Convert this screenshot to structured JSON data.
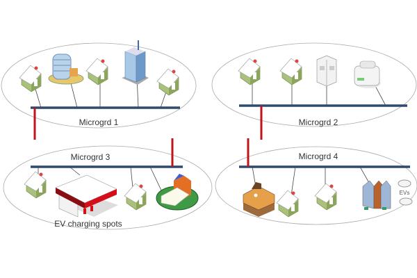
{
  "microgrids": [
    {
      "label": "Microgrd 1",
      "assets": [
        "house",
        "office-building",
        "house",
        "skyscraper",
        "house"
      ]
    },
    {
      "label": "Microgrd 2",
      "assets": [
        "house",
        "house",
        "factory",
        "hospital"
      ]
    },
    {
      "label": "Microgrd 3",
      "assets": [
        "house",
        "ev-charging-station",
        "house",
        "church"
      ],
      "note": "EV charging spots"
    },
    {
      "label": "Microgrd 4",
      "assets": [
        "town-hall",
        "house",
        "house",
        "townhouses"
      ],
      "note": "EVs"
    }
  ],
  "colors": {
    "main_bus": "#c0141c",
    "microgrid_bus": "#2e4a6e",
    "house_wall": "#a9c17a",
    "house_roof": "#ffffff"
  }
}
